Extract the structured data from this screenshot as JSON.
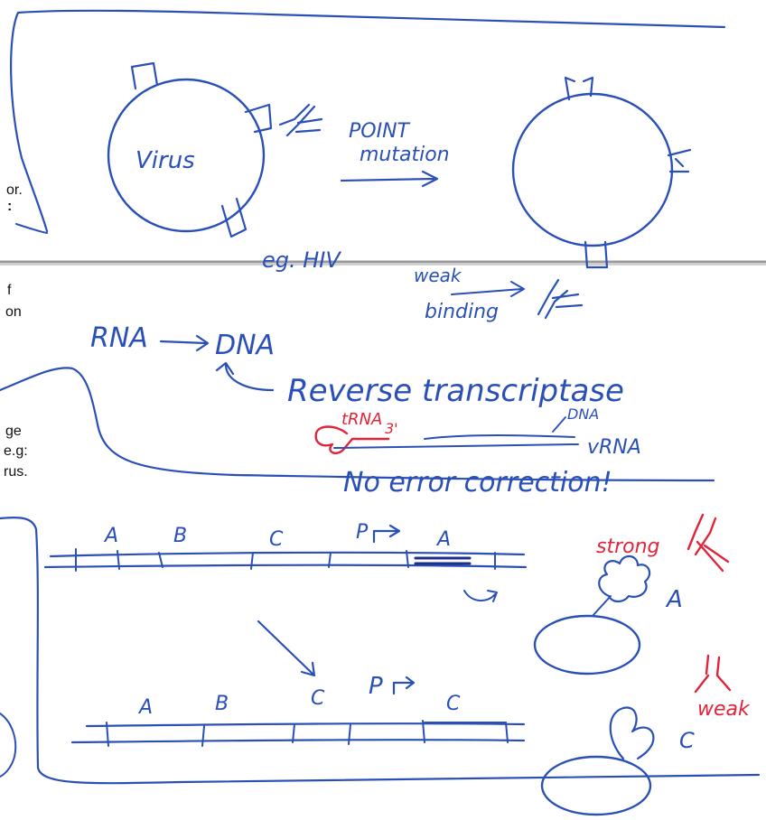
{
  "colors": {
    "ink_blue": "#2a50b8",
    "ink_red": "#e0243a",
    "ink_dark": "#1d2f88",
    "divider": "#9a9a9a",
    "text": "#111111"
  },
  "slide_fragments": {
    "line_1": "or.",
    "line_2": ":",
    "line_3": "f",
    "line_4": "on",
    "line_5": "ge",
    "line_6": "e.g:",
    "line_7": "rus."
  },
  "notes": {
    "virus_label": "Virus",
    "point_mutation": "POINT",
    "mutation_word": "mutation",
    "example": "eg. HIV",
    "weak_binding_1": "weak",
    "weak_binding_2": "binding",
    "rna": "RNA",
    "dna": "DNA",
    "reverse_transcriptase": "Reverse transcriptase",
    "trna_label": "tRNA",
    "three_prime": "3'",
    "dna_small": "DNA",
    "vrna": "vRNA",
    "no_error_correction": "No error correction!",
    "strong": "strong",
    "weak": "weak"
  },
  "gene_labels": {
    "top": [
      "A",
      "B",
      "C",
      "P",
      "A"
    ],
    "bottom": [
      "A",
      "B",
      "C",
      "P",
      "C"
    ]
  },
  "protein_labels": {
    "top": "A",
    "bottom": "C"
  }
}
